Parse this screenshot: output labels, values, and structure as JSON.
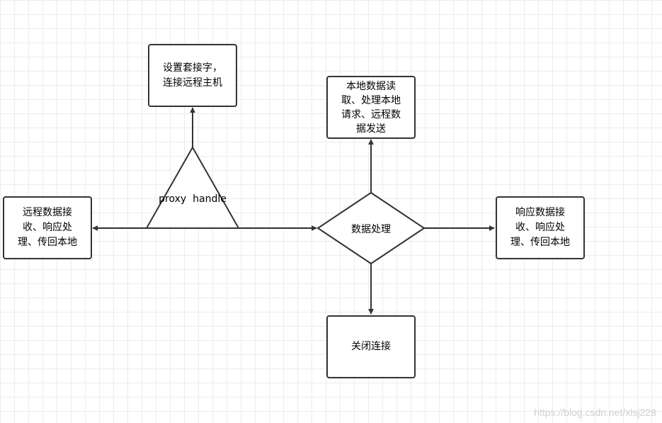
{
  "nodes": {
    "set_socket": "设置套接字，\n连接远程主机",
    "local_read": "本地数据读\n取、处理本地\n请求、远程数\n据发送",
    "remote_recv": "远程数据接\n收、响应处\n理、传回本地",
    "proxy_handle": "proxy  handle",
    "data_process": "数据处理",
    "response_recv": "响应数据接\n收、响应处\n理、传回本地",
    "close_conn": "关闭连接"
  },
  "watermark": "https://blog.csdn.net/xlsj228",
  "colors": {
    "stroke": "#333333",
    "grid": "#ececec"
  }
}
